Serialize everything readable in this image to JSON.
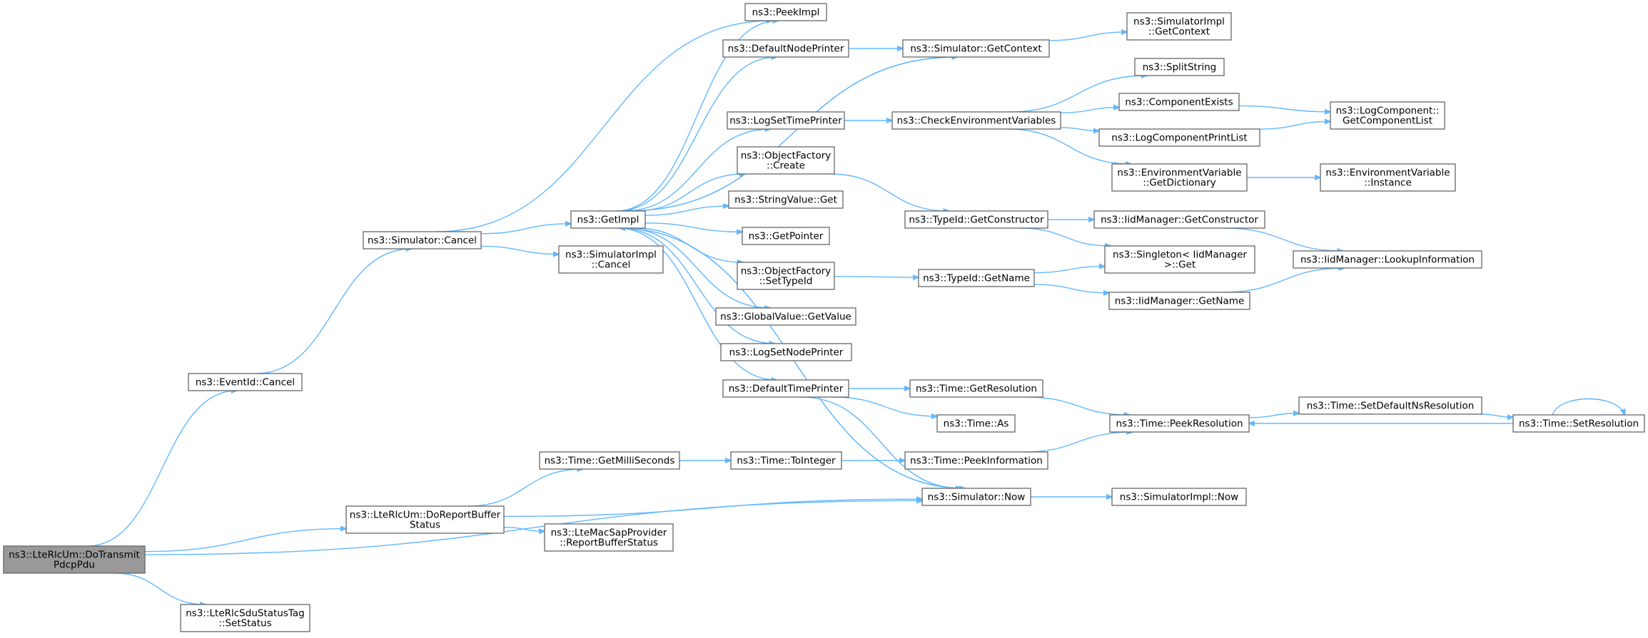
{
  "diagram": {
    "root": "n_dotransmit",
    "nodes": [
      {
        "id": "n_dotransmit",
        "lines": [
          "ns3::LteRlcUm::DoTransmit",
          "PdcpPdu"
        ],
        "root": true
      },
      {
        "id": "n_eventid_cancel",
        "lines": [
          "ns3::EventId::Cancel"
        ]
      },
      {
        "id": "n_doreport",
        "lines": [
          "ns3::LteRlcUm::DoReportBuffer",
          "Status"
        ]
      },
      {
        "id": "n_setstatus",
        "lines": [
          "ns3::LteRlcSduStatusTag",
          "::SetStatus"
        ]
      },
      {
        "id": "n_sim_cancel",
        "lines": [
          "ns3::Simulator::Cancel"
        ]
      },
      {
        "id": "n_getmilli",
        "lines": [
          "ns3::Time::GetMilliSeconds"
        ]
      },
      {
        "id": "n_reportbuffer",
        "lines": [
          "ns3::LteMacSapProvider",
          "::ReportBufferStatus"
        ]
      },
      {
        "id": "n_getimpl",
        "lines": [
          "ns3::GetImpl"
        ]
      },
      {
        "id": "n_simimpl_cancel",
        "lines": [
          "ns3::SimulatorImpl",
          "::Cancel"
        ]
      },
      {
        "id": "n_peekimpl",
        "lines": [
          "ns3::PeekImpl"
        ]
      },
      {
        "id": "n_defnodeprinter",
        "lines": [
          "ns3::DefaultNodePrinter"
        ]
      },
      {
        "id": "n_logsettime",
        "lines": [
          "ns3::LogSetTimePrinter"
        ]
      },
      {
        "id": "n_objf_create",
        "lines": [
          "ns3::ObjectFactory",
          "::Create"
        ]
      },
      {
        "id": "n_stringvalue",
        "lines": [
          "ns3::StringValue::Get"
        ]
      },
      {
        "id": "n_getpointer",
        "lines": [
          "ns3::GetPointer"
        ]
      },
      {
        "id": "n_objf_settypeid",
        "lines": [
          "ns3::ObjectFactory",
          "::SetTypeId"
        ]
      },
      {
        "id": "n_globalvalue",
        "lines": [
          "ns3::GlobalValue::GetValue"
        ]
      },
      {
        "id": "n_logsetnode",
        "lines": [
          "ns3::LogSetNodePrinter"
        ]
      },
      {
        "id": "n_deftimeprinter",
        "lines": [
          "ns3::DefaultTimePrinter"
        ]
      },
      {
        "id": "n_tointeger",
        "lines": [
          "ns3::Time::ToInteger"
        ]
      },
      {
        "id": "n_sim_getcontext",
        "lines": [
          "ns3::Simulator::GetContext"
        ]
      },
      {
        "id": "n_checkenv",
        "lines": [
          "ns3::CheckEnvironmentVariables"
        ]
      },
      {
        "id": "n_typeid_getctor",
        "lines": [
          "ns3::TypeId::GetConstructor"
        ]
      },
      {
        "id": "n_typeid_getname",
        "lines": [
          "ns3::TypeId::GetName"
        ]
      },
      {
        "id": "n_getresolution",
        "lines": [
          "ns3::Time::GetResolution"
        ]
      },
      {
        "id": "n_time_as",
        "lines": [
          "ns3::Time::As"
        ]
      },
      {
        "id": "n_peekinfo",
        "lines": [
          "ns3::Time::PeekInformation"
        ]
      },
      {
        "id": "n_sim_now",
        "lines": [
          "ns3::Simulator::Now"
        ]
      },
      {
        "id": "n_simimpl_getcontext",
        "lines": [
          "ns3::SimulatorImpl",
          "::GetContext"
        ]
      },
      {
        "id": "n_splitstring",
        "lines": [
          "ns3::SplitString"
        ]
      },
      {
        "id": "n_compexists",
        "lines": [
          "ns3::ComponentExists"
        ]
      },
      {
        "id": "n_logcompprint",
        "lines": [
          "ns3::LogComponentPrintList"
        ]
      },
      {
        "id": "n_envvar_getdict",
        "lines": [
          "ns3::EnvironmentVariable",
          "::GetDictionary"
        ]
      },
      {
        "id": "n_iid_getctor",
        "lines": [
          "ns3::IidManager::GetConstructor"
        ]
      },
      {
        "id": "n_singleton_get",
        "lines": [
          "ns3::Singleton< IidManager",
          ">::Get"
        ]
      },
      {
        "id": "n_iid_getname",
        "lines": [
          "ns3::IidManager::GetName"
        ]
      },
      {
        "id": "n_peekresolution",
        "lines": [
          "ns3::Time::PeekResolution"
        ]
      },
      {
        "id": "n_simimpl_now",
        "lines": [
          "ns3::SimulatorImpl::Now"
        ]
      },
      {
        "id": "n_logcomp_getlist",
        "lines": [
          "ns3::LogComponent::",
          "GetComponentList"
        ]
      },
      {
        "id": "n_envvar_instance",
        "lines": [
          "ns3::EnvironmentVariable",
          "::Instance"
        ]
      },
      {
        "id": "n_iid_lookup",
        "lines": [
          "ns3::IidManager::LookupInformation"
        ]
      },
      {
        "id": "n_setdefaultns",
        "lines": [
          "ns3::Time::SetDefaultNsResolution"
        ]
      },
      {
        "id": "n_setresolution",
        "lines": [
          "ns3::Time::SetResolution"
        ]
      }
    ],
    "edges": [
      {
        "from": "n_dotransmit",
        "to": "n_eventid_cancel"
      },
      {
        "from": "n_dotransmit",
        "to": "n_doreport"
      },
      {
        "from": "n_dotransmit",
        "to": "n_sim_now"
      },
      {
        "from": "n_dotransmit",
        "to": "n_setstatus"
      },
      {
        "from": "n_eventid_cancel",
        "to": "n_sim_cancel"
      },
      {
        "from": "n_sim_cancel",
        "to": "n_getimpl"
      },
      {
        "from": "n_sim_cancel",
        "to": "n_peekimpl"
      },
      {
        "from": "n_sim_cancel",
        "to": "n_simimpl_cancel"
      },
      {
        "from": "n_doreport",
        "to": "n_getmilli"
      },
      {
        "from": "n_doreport",
        "to": "n_sim_now"
      },
      {
        "from": "n_doreport",
        "to": "n_reportbuffer"
      },
      {
        "from": "n_getmilli",
        "to": "n_tointeger"
      },
      {
        "from": "n_tointeger",
        "to": "n_peekinfo"
      },
      {
        "from": "n_getimpl",
        "to": "n_peekimpl"
      },
      {
        "from": "n_getimpl",
        "to": "n_defnodeprinter"
      },
      {
        "from": "n_getimpl",
        "to": "n_sim_getcontext"
      },
      {
        "from": "n_getimpl",
        "to": "n_logsettime"
      },
      {
        "from": "n_getimpl",
        "to": "n_objf_create"
      },
      {
        "from": "n_getimpl",
        "to": "n_stringvalue"
      },
      {
        "from": "n_getimpl",
        "to": "n_getpointer"
      },
      {
        "from": "n_getimpl",
        "to": "n_objf_settypeid"
      },
      {
        "from": "n_getimpl",
        "to": "n_globalvalue"
      },
      {
        "from": "n_getimpl",
        "to": "n_logsetnode"
      },
      {
        "from": "n_getimpl",
        "to": "n_deftimeprinter"
      },
      {
        "from": "n_getimpl",
        "to": "n_sim_now"
      },
      {
        "from": "n_sim_now",
        "to": "n_getimpl"
      },
      {
        "from": "n_defnodeprinter",
        "to": "n_sim_getcontext"
      },
      {
        "from": "n_sim_getcontext",
        "to": "n_getimpl"
      },
      {
        "from": "n_sim_getcontext",
        "to": "n_simimpl_getcontext"
      },
      {
        "from": "n_logsettime",
        "to": "n_checkenv"
      },
      {
        "from": "n_checkenv",
        "to": "n_splitstring"
      },
      {
        "from": "n_checkenv",
        "to": "n_compexists"
      },
      {
        "from": "n_checkenv",
        "to": "n_logcompprint"
      },
      {
        "from": "n_checkenv",
        "to": "n_envvar_getdict"
      },
      {
        "from": "n_compexists",
        "to": "n_logcomp_getlist"
      },
      {
        "from": "n_logcompprint",
        "to": "n_logcomp_getlist"
      },
      {
        "from": "n_envvar_getdict",
        "to": "n_envvar_instance"
      },
      {
        "from": "n_objf_create",
        "to": "n_typeid_getctor"
      },
      {
        "from": "n_typeid_getctor",
        "to": "n_iid_getctor"
      },
      {
        "from": "n_typeid_getctor",
        "to": "n_singleton_get"
      },
      {
        "from": "n_iid_getctor",
        "to": "n_iid_lookup"
      },
      {
        "from": "n_objf_settypeid",
        "to": "n_typeid_getname"
      },
      {
        "from": "n_typeid_getname",
        "to": "n_singleton_get"
      },
      {
        "from": "n_typeid_getname",
        "to": "n_iid_getname"
      },
      {
        "from": "n_iid_getname",
        "to": "n_iid_lookup"
      },
      {
        "from": "n_deftimeprinter",
        "to": "n_getresolution"
      },
      {
        "from": "n_deftimeprinter",
        "to": "n_time_as"
      },
      {
        "from": "n_deftimeprinter",
        "to": "n_sim_now"
      },
      {
        "from": "n_getresolution",
        "to": "n_peekresolution"
      },
      {
        "from": "n_peekinfo",
        "to": "n_peekresolution"
      },
      {
        "from": "n_peekresolution",
        "to": "n_setdefaultns"
      },
      {
        "from": "n_setdefaultns",
        "to": "n_setresolution"
      },
      {
        "from": "n_setresolution",
        "to": "n_peekresolution"
      },
      {
        "from": "n_setresolution",
        "to": "n_setresolution"
      },
      {
        "from": "n_sim_now",
        "to": "n_simimpl_now"
      }
    ]
  }
}
